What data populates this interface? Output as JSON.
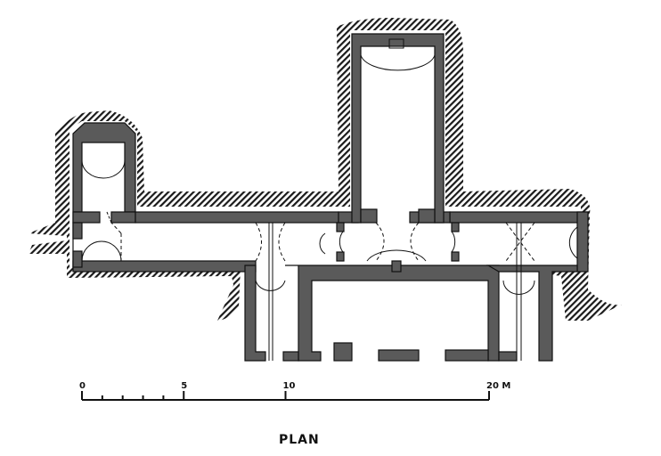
{
  "drawing": {
    "title": "PLAN",
    "wall_color": "#5a5a5a",
    "hatch_color": "#1a1a1a"
  },
  "scale_bar": {
    "unit": "M",
    "tick_values": [
      0,
      1,
      2,
      3,
      4,
      5,
      10,
      20
    ],
    "labels": [
      {
        "value": 0,
        "text": "0"
      },
      {
        "value": 5,
        "text": "5"
      },
      {
        "value": 10,
        "text": "10"
      },
      {
        "value": 20,
        "text": "20 M"
      }
    ]
  }
}
